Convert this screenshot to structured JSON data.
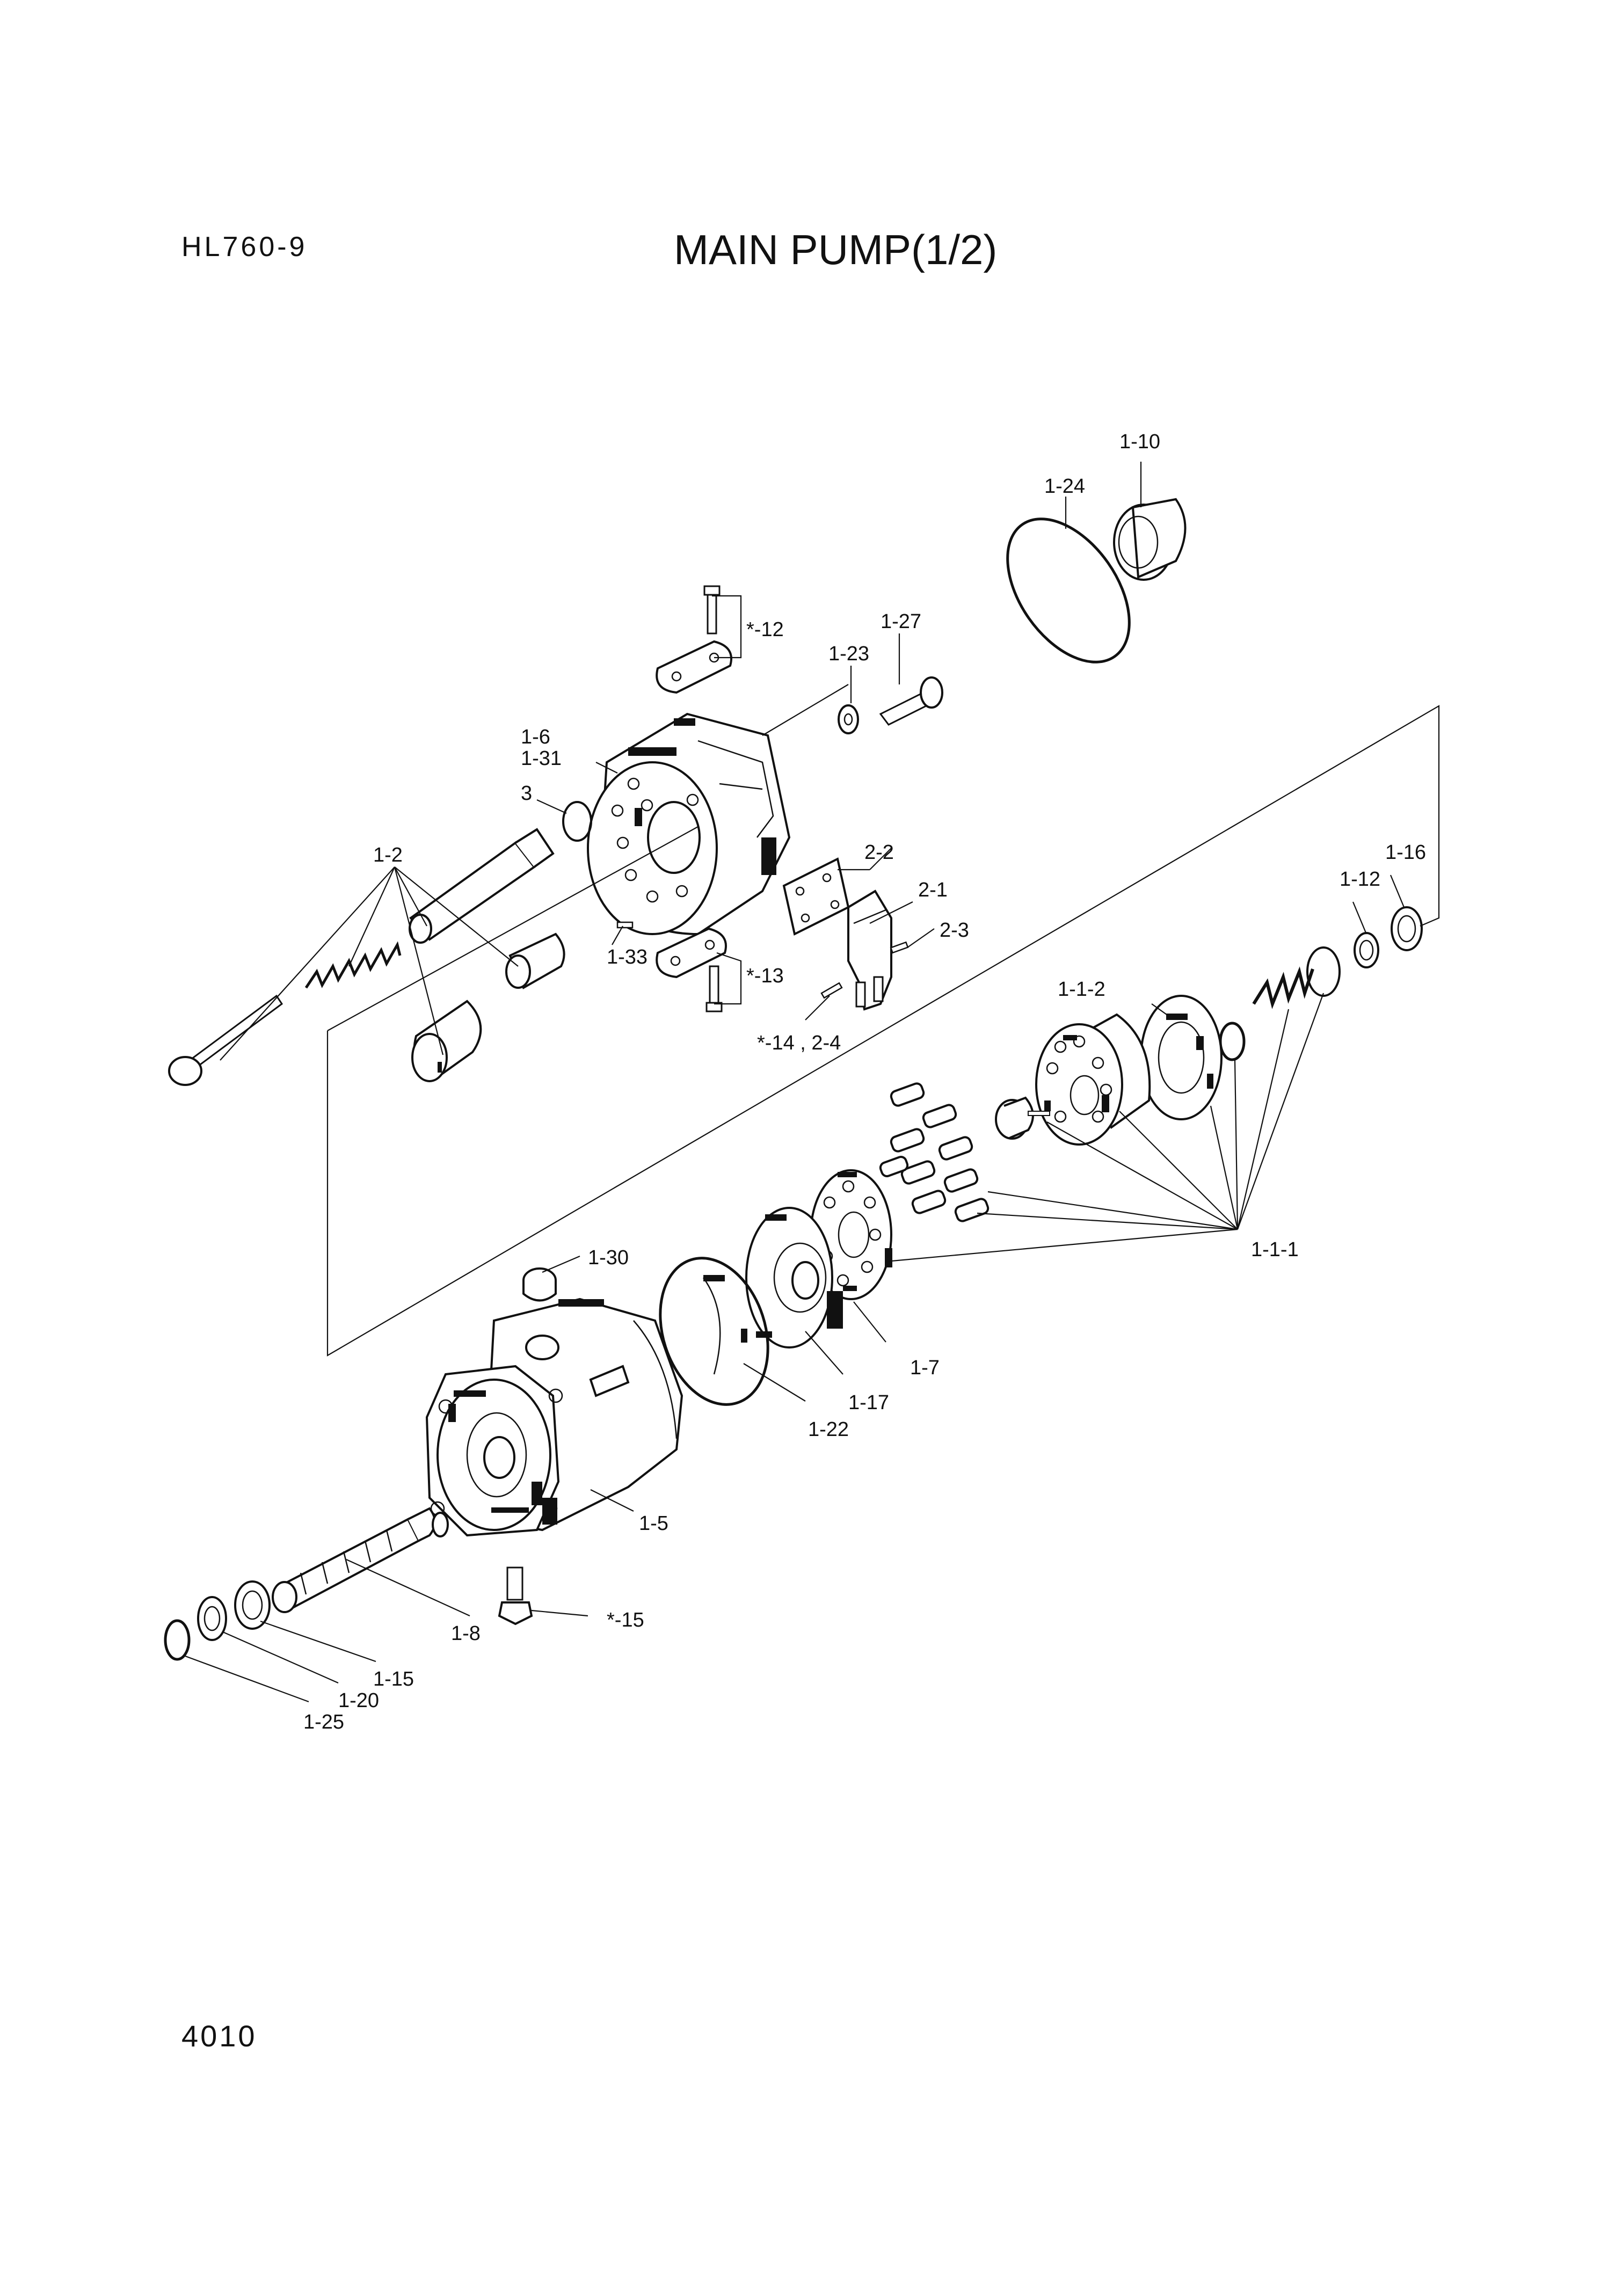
{
  "header": {
    "model": "HL760-9",
    "title": "MAIN PUMP(1/2)"
  },
  "footer": {
    "page_number": "4010"
  },
  "callouts": {
    "c1_10": "1-10",
    "c1_24": "1-24",
    "c1_27": "1-27",
    "c1_23": "1-23",
    "c12": "*-12",
    "c1_6": "1-6",
    "c1_31": "1-31",
    "c3": "3",
    "c1_2": "1-2",
    "c2_2": "2-2",
    "c2_1": "2-1",
    "c2_3": "2-3",
    "c1_33": "1-33",
    "c13": "*-13",
    "c14_2_4": "*-14 , 2-4",
    "c1_16": "1-16",
    "c1_12": "1-12",
    "c1_1_2": "1-1-2",
    "c1_1_1": "1-1-1",
    "c1_30": "1-30",
    "c1_7": "1-7",
    "c1_17": "1-17",
    "c1_22": "1-22",
    "c1_5": "1-5",
    "c15": "*-15",
    "c1_8": "1-8",
    "c1_15": "1-15",
    "c1_20": "1-20",
    "c1_25": "1-25"
  },
  "icons": {
    "drawing": "exploded-pump-assembly-drawing"
  }
}
